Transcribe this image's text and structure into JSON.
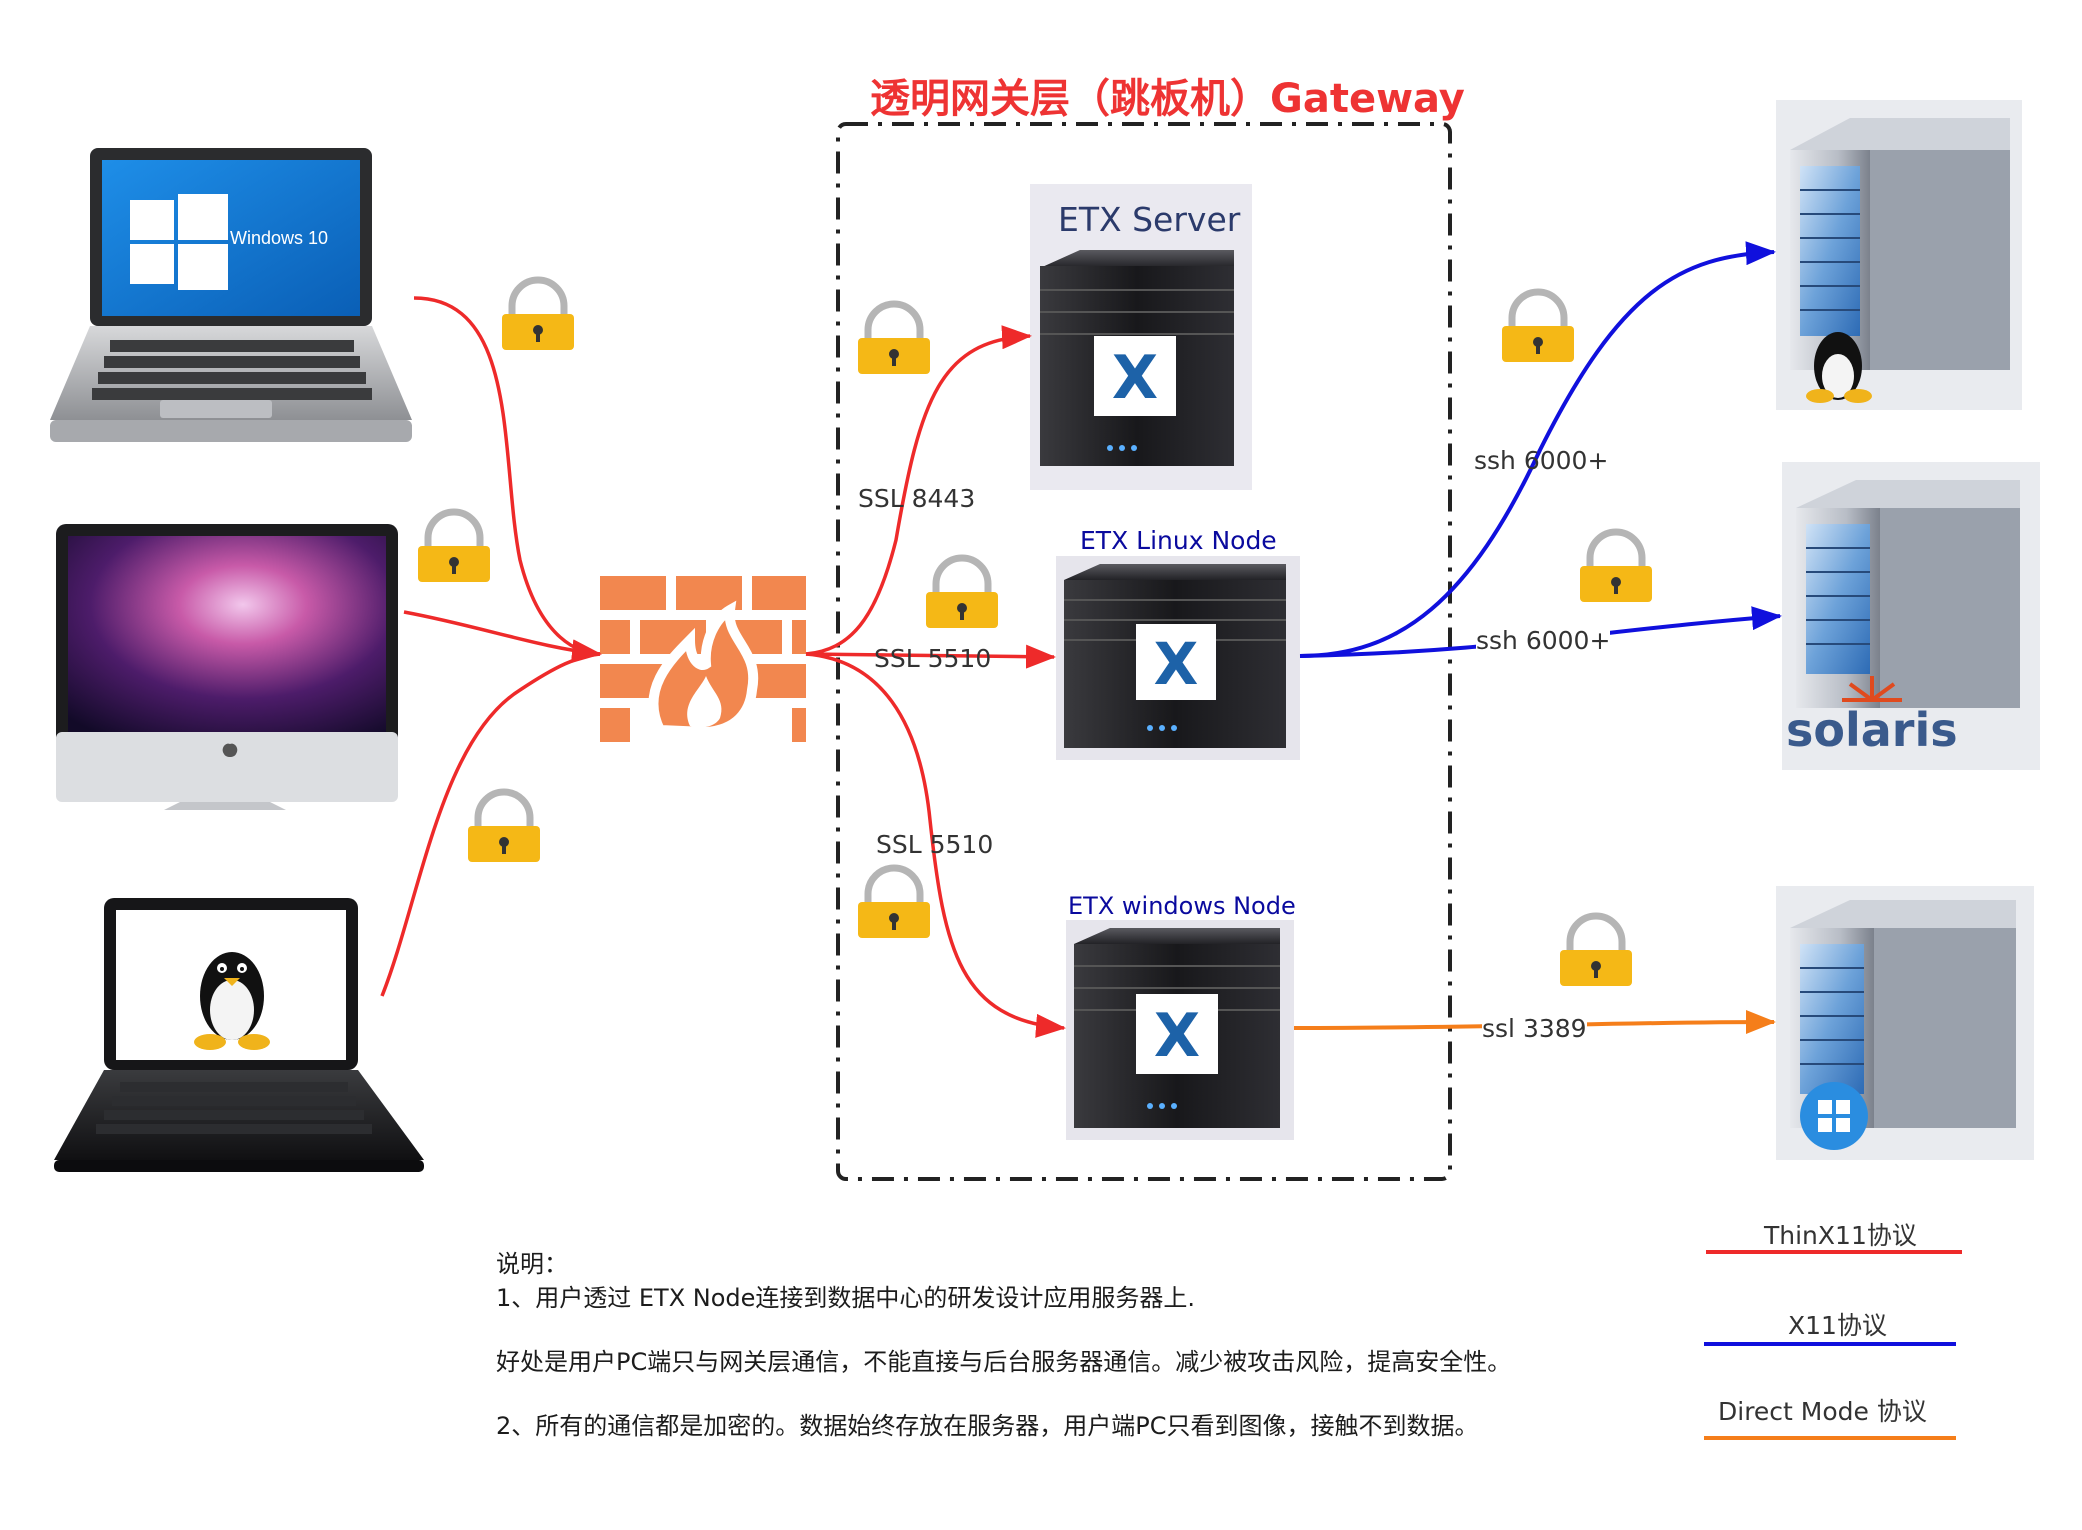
{
  "gateway": {
    "title": "透明网关层（跳板机）Gateway"
  },
  "servers": {
    "etx_server": {
      "label": "ETX Server"
    },
    "etx_linux_node": {
      "label": "ETX Linux Node"
    },
    "etx_windows_node": {
      "label": "ETX windows Node"
    }
  },
  "clients": {
    "windows_laptop": {
      "screen_text": "Windows 10"
    }
  },
  "backends": {
    "solaris": {
      "logo_text": "solaris"
    }
  },
  "links": {
    "ssl_8443": "SSL 8443",
    "ssl_5510_linux": "SSL 5510",
    "ssl_5510_windows": "SSL 5510",
    "ssh_linux": "ssh 6000+",
    "ssh_solaris": "ssh 6000+",
    "ssl_3389": "ssl 3389"
  },
  "notes": {
    "heading": "说明：",
    "line1": "1、用户透过 ETX Node连接到数据中心的研发设计应用服务器上.",
    "line2": " 好处是用户PC端只与网关层通信，不能直接与后台服务器通信。减少被攻击风险，提高安全性。",
    "line3": "2、所有的通信都是加密的。数据始终存放在服务器，用户端PC只看到图像，接触不到数据。"
  },
  "legend": {
    "thinx11": {
      "label": "ThinX11协议",
      "color": "#ee2a2a"
    },
    "x11": {
      "label": "X11协议",
      "color": "#1010dd"
    },
    "direct": {
      "label": "Direct Mode 协议",
      "color": "#f57e1a"
    }
  },
  "colors": {
    "thinx11": "#ee2a2a",
    "x11": "#1010dd",
    "direct": "#f57e1a",
    "firewall": "#f2874f",
    "lock": "#f5b816"
  }
}
